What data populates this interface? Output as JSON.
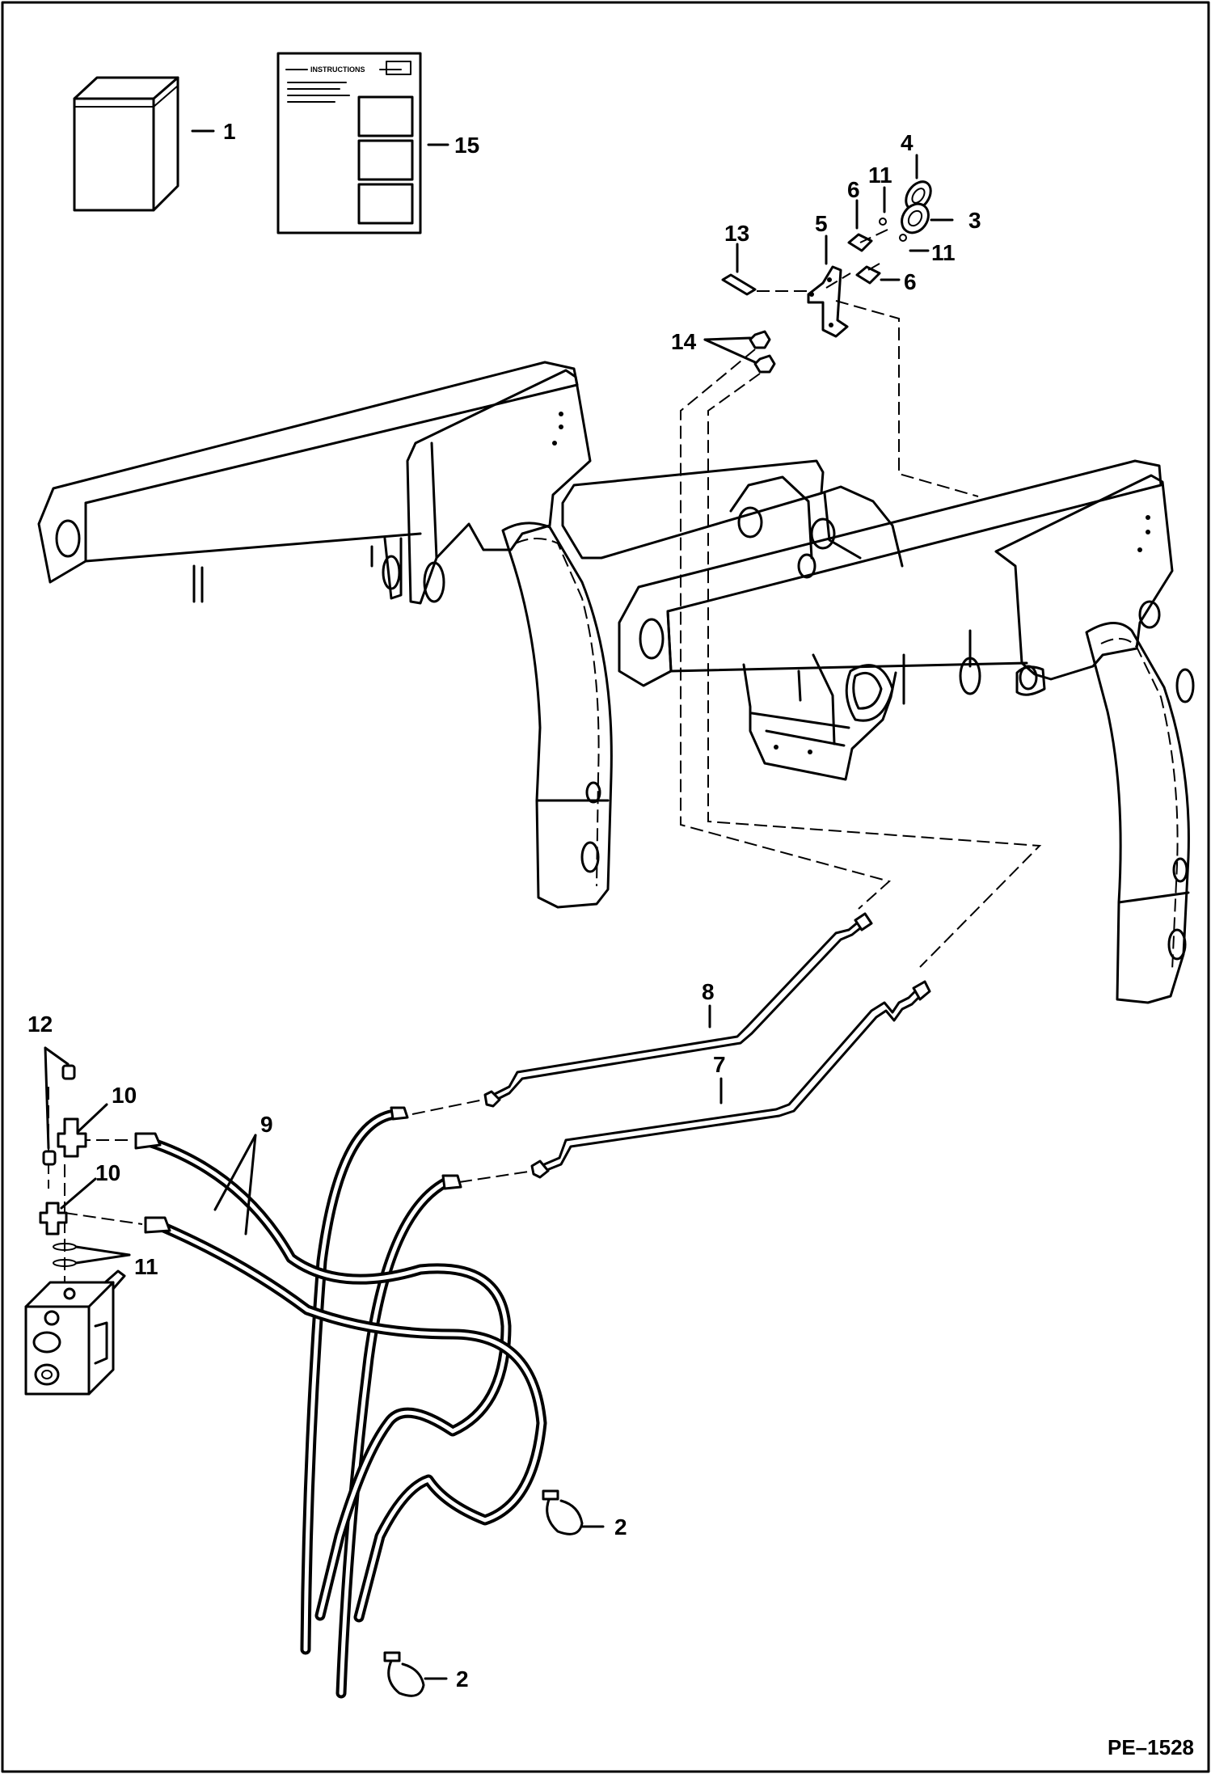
{
  "drawing": {
    "id": "PE–1528",
    "instructions_title": "INSTRUCTIONS"
  },
  "callouts": [
    {
      "key": "c1",
      "label": "1"
    },
    {
      "key": "c15",
      "label": "15"
    },
    {
      "key": "c4",
      "label": "4"
    },
    {
      "key": "c11a",
      "label": "11"
    },
    {
      "key": "c6a",
      "label": "6"
    },
    {
      "key": "c3",
      "label": "3"
    },
    {
      "key": "c13",
      "label": "13"
    },
    {
      "key": "c5",
      "label": "5"
    },
    {
      "key": "c11b",
      "label": "11"
    },
    {
      "key": "c6b",
      "label": "6"
    },
    {
      "key": "c14",
      "label": "14"
    },
    {
      "key": "c8",
      "label": "8"
    },
    {
      "key": "c7",
      "label": "7"
    },
    {
      "key": "c12",
      "label": "12"
    },
    {
      "key": "c10a",
      "label": "10"
    },
    {
      "key": "c9",
      "label": "9"
    },
    {
      "key": "c10b",
      "label": "10"
    },
    {
      "key": "c11c",
      "label": "11"
    },
    {
      "key": "c2a",
      "label": "2"
    },
    {
      "key": "c2b",
      "label": "2"
    }
  ]
}
